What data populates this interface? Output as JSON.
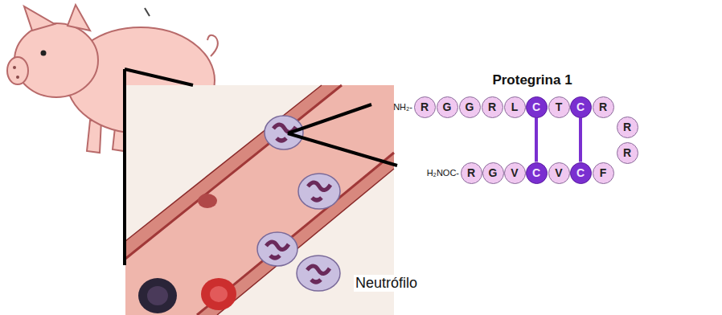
{
  "diagram": {
    "title": "Protegrina 1",
    "nodes": [
      {
        "text": [
          "R"
        ]
      },
      {
        "text": [
          "G"
        ]
      },
      {
        "text": [
          "G"
        ]
      },
      {
        "text": [
          "R"
        ]
      },
      {
        "text": [
          "L"
        ]
      },
      {
        "text": [
          "C"
        ]
      },
      {
        "text": [
          "T"
        ]
      },
      {
        "text": [
          "C"
        ]
      },
      {
        "text": [
          "R"
        ]
      },
      {
        "text": [
          "R"
        ]
      },
      {
        "text": [
          "R"
        ]
      },
      {
        "text": [
          "R"
        ]
      },
      {
        "text": [
          "G"
        ]
      },
      {
        "text": [
          "V"
        ]
      },
      {
        "text": [
          "C"
        ]
      },
      {
        "text": [
          "V"
        ]
      },
      {
        "text": [
          "C"
        ]
      },
      {
        "text": [
          "F"
        ]
      }
    ],
    "edges": [
      {
        "from": 5,
        "to": 14,
        "arrow": "none"
      },
      {
        "from": 7,
        "to": 16,
        "arrow": "none"
      }
    ],
    "labels": [
      "NH₂-",
      "H₂NOC-",
      "Neutrófilo"
    ]
  }
}
